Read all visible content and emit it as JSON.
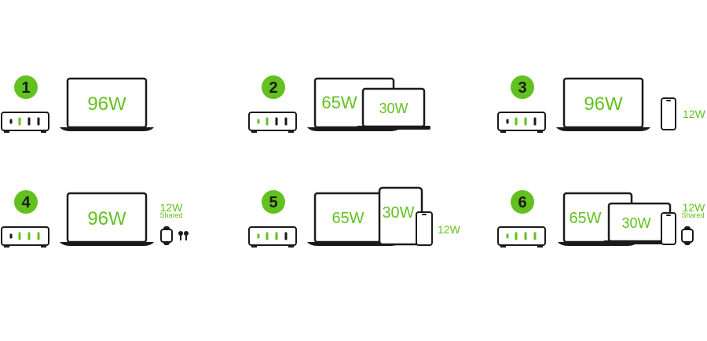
{
  "accent_color": "#62c11f",
  "outline_color": "#1a1a1a",
  "scenarios": [
    {
      "number": "1",
      "hub_ports_lit": [
        false,
        true,
        false,
        false
      ],
      "devices": [
        {
          "kind": "laptop",
          "label": "96W"
        }
      ]
    },
    {
      "number": "2",
      "hub_ports_lit": [
        true,
        true,
        false,
        false
      ],
      "devices": [
        {
          "kind": "laptop",
          "label": "65W"
        },
        {
          "kind": "laptop",
          "label": "30W"
        }
      ]
    },
    {
      "number": "3",
      "hub_ports_lit": [
        false,
        true,
        true,
        false
      ],
      "devices": [
        {
          "kind": "laptop",
          "label": "96W"
        },
        {
          "kind": "phone",
          "label": "12W"
        }
      ]
    },
    {
      "number": "4",
      "hub_ports_lit": [
        false,
        true,
        true,
        true
      ],
      "devices": [
        {
          "kind": "laptop",
          "label": "96W"
        },
        {
          "kind": "watch-and-earbuds",
          "label": "12W",
          "sublabel": "Shared"
        }
      ]
    },
    {
      "number": "5",
      "hub_ports_lit": [
        true,
        true,
        true,
        false
      ],
      "devices": [
        {
          "kind": "laptop",
          "label": "65W"
        },
        {
          "kind": "tablet",
          "label": "30W"
        },
        {
          "kind": "phone",
          "label": "12W"
        }
      ]
    },
    {
      "number": "6",
      "hub_ports_lit": [
        true,
        true,
        true,
        true
      ],
      "devices": [
        {
          "kind": "laptop",
          "label": "65W"
        },
        {
          "kind": "laptop",
          "label": "30W"
        },
        {
          "kind": "phone-and-watch",
          "label": "12W",
          "sublabel": "Shared"
        }
      ]
    }
  ]
}
